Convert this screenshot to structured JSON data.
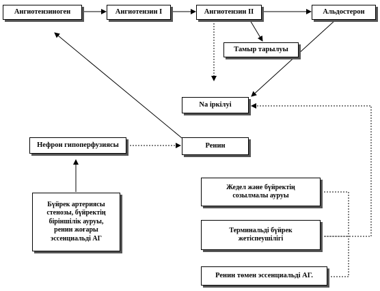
{
  "nodes": {
    "angiotensinogen": "Ангиотензиноген",
    "angiotensin1": "Ангиотензин I",
    "angiotensin2": "Ангиотензин  II",
    "aldosterone": "Альдостерон",
    "vasoconstriction": "Тамыр тарылуы",
    "na_retention": "Na іркілуі",
    "nephron_hypoperfusion": "Нефрон гипоперфузиясы",
    "renin": "Ренин",
    "renal_causes": "Бүйрек артериясы\nстенозы, бүйректің\nбіріншілік ауруы,\nренин жоғары\nэссенциальді  АГ",
    "acute_chronic_renal": "Жедел және бүйректің\nсозылмалы ауруы",
    "terminal_renal_failure": "Терминальді бүйрек\nжетіспеушілігі",
    "low_renin_eh": "Ренин төмен эссенциальді АГ."
  },
  "colors": {
    "border": "#000000",
    "shadow": "#555555",
    "line": "#000000"
  }
}
